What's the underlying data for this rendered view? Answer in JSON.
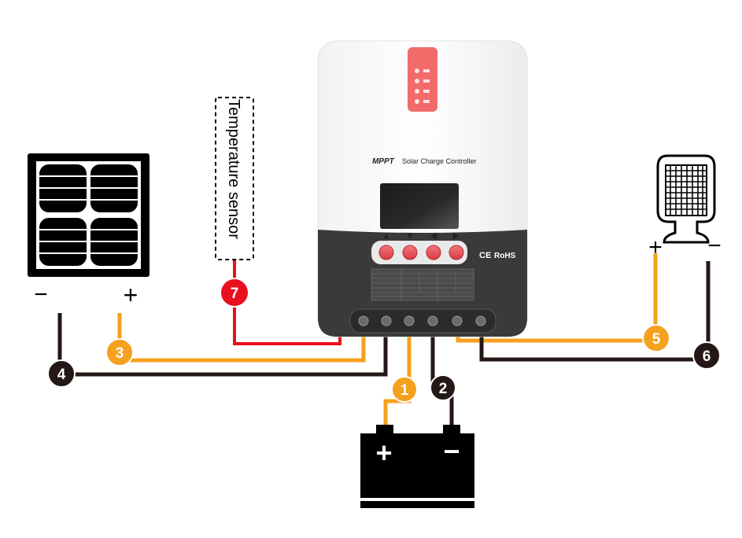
{
  "controller": {
    "brand": "MPPT",
    "title": "Solar Charge Controller",
    "buttons": [
      "▲",
      "▼",
      "◀",
      "▶"
    ],
    "ce_mark": "CE",
    "rohs_mark": "RoHS",
    "indicator_count": 4,
    "terminal_count": 6
  },
  "sensor": {
    "label": "Temperature sensor"
  },
  "panel": {
    "minus": "−",
    "plus": "+"
  },
  "load": {
    "plus": "+",
    "minus": "−"
  },
  "battery": {
    "plus": "+",
    "minus": "−"
  },
  "markers": [
    "1",
    "2",
    "3",
    "4",
    "5",
    "6",
    "7"
  ],
  "colors": {
    "positive_wire": "#f5a01e",
    "negative_wire": "#231815",
    "sensor_wire": "#e8101e",
    "marker_orange": "#f5a01e",
    "marker_black": "#231815",
    "marker_red": "#e8101e",
    "controller_top": "#ffffff",
    "controller_bottom": "#3a3a3a",
    "indicator_panel": "#f26b6b",
    "button_red": "#e8474e"
  }
}
